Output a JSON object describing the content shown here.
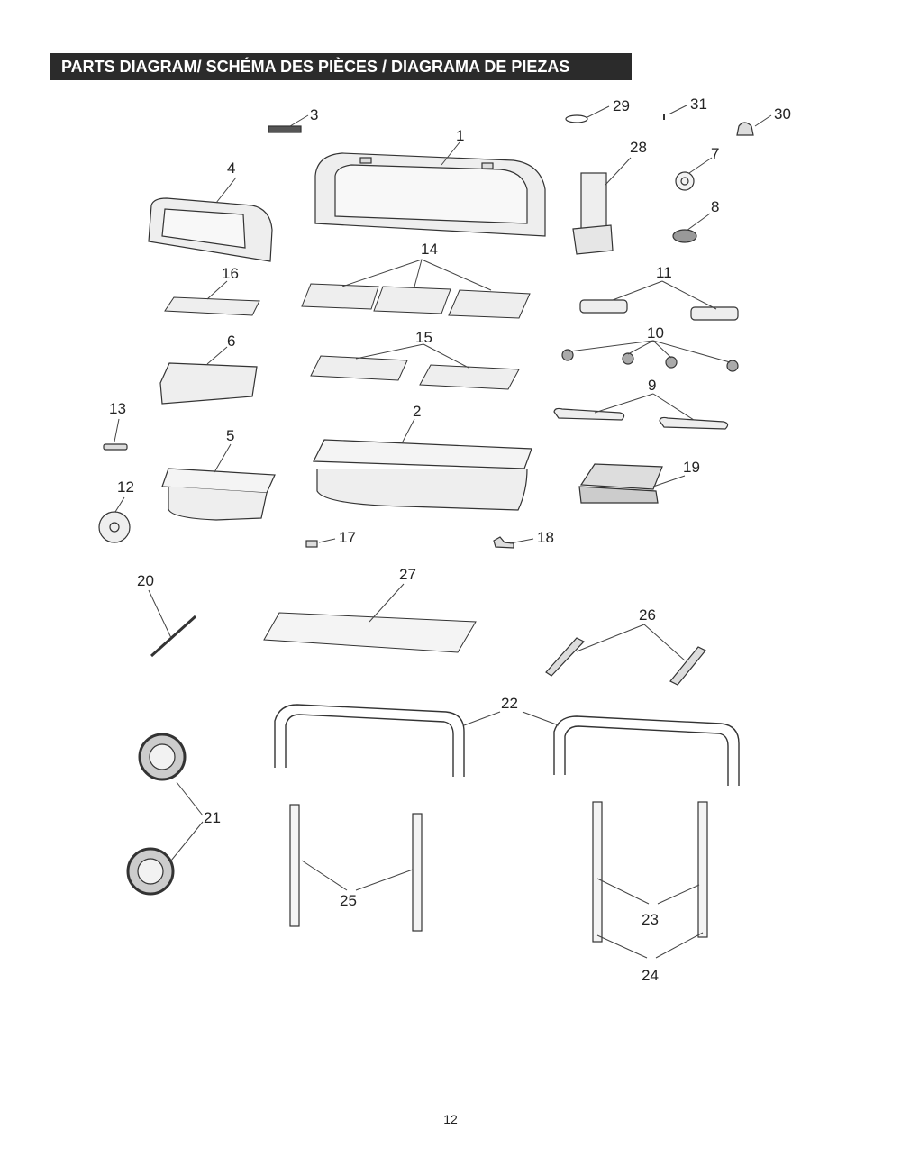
{
  "header": {
    "title": "PARTS DIAGRAM/ SCHÉMA DES PIÈCES / DIAGRAMA DE PIEZAS"
  },
  "callouts": [
    "1",
    "2",
    "3",
    "4",
    "5",
    "6",
    "7",
    "8",
    "9",
    "10",
    "11",
    "12",
    "13",
    "14",
    "15",
    "16",
    "17",
    "18",
    "19",
    "20",
    "21",
    "22",
    "23",
    "24",
    "25",
    "26",
    "27",
    "28",
    "29",
    "30",
    "31"
  ],
  "footer": {
    "page_number": "12"
  }
}
